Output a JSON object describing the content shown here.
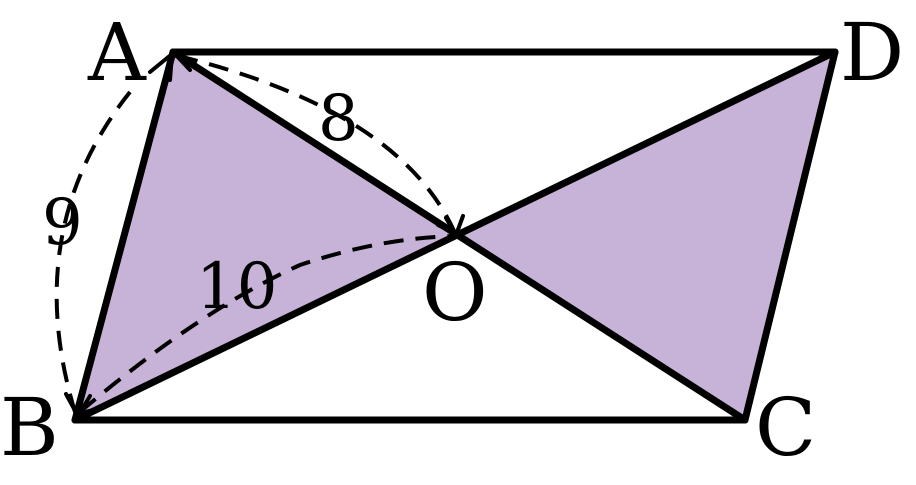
{
  "diagram": {
    "colors": {
      "shade": "#c7b3d7",
      "line": "#000000",
      "background": "#ffffff"
    },
    "labels": {
      "a": "A",
      "b": "B",
      "c": "C",
      "d": "D",
      "o": "O"
    },
    "measurements": {
      "ab": "9",
      "ao": "8",
      "bo": "10"
    }
  }
}
